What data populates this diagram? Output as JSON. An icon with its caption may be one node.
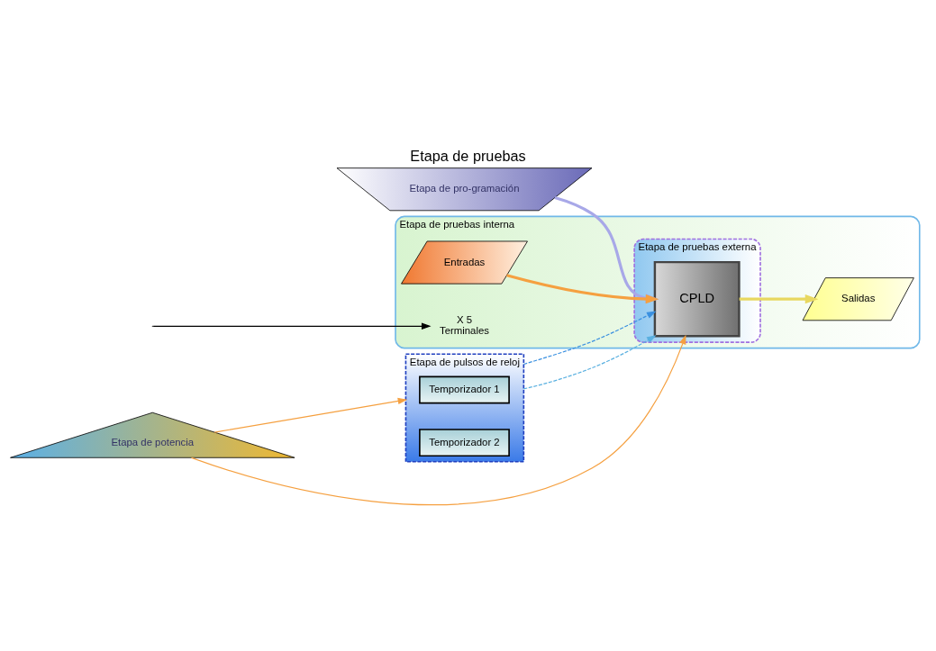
{
  "diagram": {
    "title": "Etapa de pruebas",
    "nodes": [
      {
        "text": [
          "Etapa de pro-gramación"
        ]
      },
      {
        "text": [
          "Etapa de pulsos de reloj"
        ]
      },
      {
        "text": [
          "Temporizador 1"
        ],
        "in": 1
      },
      {
        "text": [
          "Temporizador 2"
        ],
        "in": 1
      },
      {
        "text": [
          "Etapa de potencia"
        ]
      },
      {
        "text": [
          "Etapa de pruebas interna"
        ]
      },
      {
        "text": [
          "Etapa de pruebas externa"
        ],
        "in": 5
      },
      {
        "text": [
          "CPLD"
        ],
        "in": 6
      },
      {
        "text": [
          "Entradas"
        ],
        "in": 5
      },
      {
        "text": [
          "Salidas"
        ],
        "in": 5
      },
      {
        "text": [
          "X 5",
          "Terminales"
        ],
        "in": 5
      }
    ],
    "edges": [
      {
        "from": 0,
        "to": 7,
        "arrow": "to",
        "style": "thick",
        "color": "#a8a8e8"
      },
      {
        "from": 1,
        "to": 7,
        "arrow": "to",
        "style": "dashed",
        "color": "#5ab0e0"
      },
      {
        "from": 1,
        "to": 7,
        "arrow": "to",
        "style": "dashed",
        "color": "#3a90e0"
      },
      {
        "from": 4,
        "to": 1,
        "arrow": "to"
      },
      {
        "from": 4,
        "to": 7,
        "arrow": "to"
      },
      {
        "from": 8,
        "to": 7,
        "arrow": "to",
        "style": "thick"
      },
      {
        "from": 7,
        "to": 9,
        "arrow": "to",
        "style": "thick",
        "color": "#e8d860"
      },
      {
        "from": null,
        "to": 10,
        "arrow": "to",
        "color": "#000000"
      }
    ]
  }
}
